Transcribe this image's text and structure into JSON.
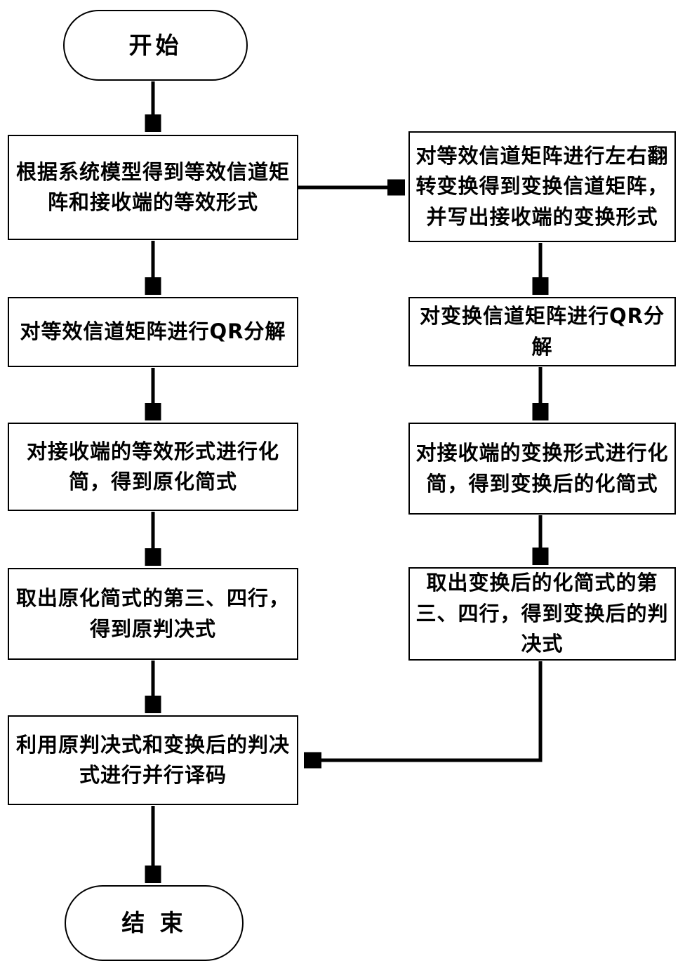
{
  "diagram": {
    "title": "parallel-decoding-flowchart",
    "colors": {
      "background": "#ffffff",
      "stroke": "#000000",
      "text": "#000000"
    },
    "nodes": {
      "start": "开始",
      "left1": "根据系统模型得到等效信道矩阵和接收端的等效形式",
      "right1": "对等效信道矩阵进行左右翻转变换得到变换信道矩阵，并写出接收端的变换形式",
      "left2": "对等效信道矩阵进行QR分解",
      "right2": "对变换信道矩阵进行QR分解",
      "left3": "对接收端的等效形式进行化简，得到原化简式",
      "right3": "对接收端的变换形式进行化简，得到变换后的化简式",
      "left4": "取出原化简式的第三、四行，得到原判决式",
      "right4": "取出变换后的化简式的第三、四行，得到变换后的判决式",
      "merge": "利用原判决式和变换后的判决式进行并行译码",
      "end": "结 束"
    }
  }
}
